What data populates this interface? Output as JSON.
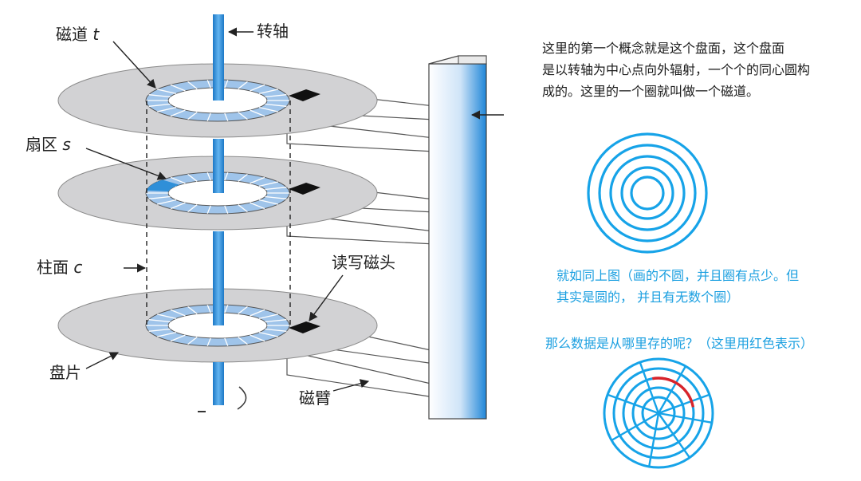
{
  "colors": {
    "platter": "#d2d2d4",
    "track_blue": "#9fc4ea",
    "spindle_blue": "#2f8fd8",
    "accent_blue": "#1a9fe0",
    "sketch_blue": "#16a3e8",
    "sketch_red": "#d8232a",
    "text_dark": "#222222"
  },
  "diagram": {
    "track_label": "磁道",
    "track_var": "t",
    "spindle_label": "转轴",
    "sector_label": "扇区",
    "sector_var": "s",
    "cylinder_label": "柱面",
    "cylinder_var": "c",
    "head_label": "读写磁头",
    "platter_label": "盘片",
    "arm_label": "磁臂"
  },
  "notes": {
    "paragraph_lines": [
      "这里的第一个概念就是这个盘面，这个盘面",
      "是以转轴为中心点向外辐射，一个个的同心圆构",
      "成的。这里的一个圈就叫做一个磁道。"
    ],
    "caption1_lines": [
      "就如同上图（画的不圆，并且圈有点少。但",
      "其实是圆的，  并且有无数个圈）"
    ],
    "caption2": "那么数据是从哪里存的呢？（这里用红色表示）"
  },
  "icons": {
    "concentric_sketch": "concentric-circles-sketch",
    "sector_sketch": "sectored-circles-sketch"
  }
}
